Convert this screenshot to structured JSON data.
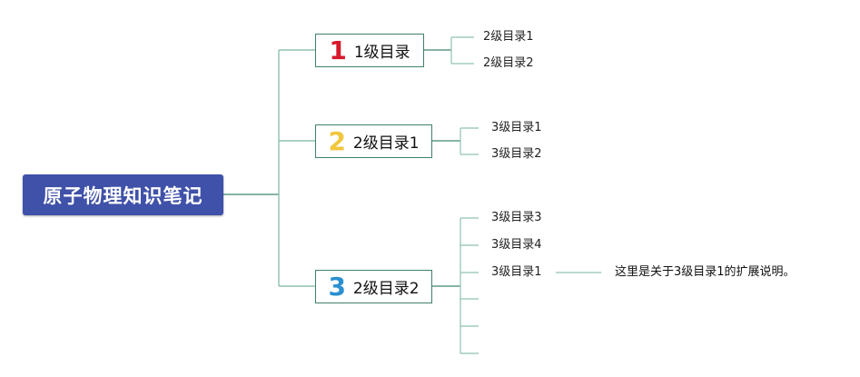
{
  "root": {
    "label": "原子物理知识笔记"
  },
  "branches": [
    {
      "number": "1",
      "number_color": "#d7192c",
      "label": "1级目录",
      "children": [
        "2级目录1",
        "2级目录2"
      ]
    },
    {
      "number": "2",
      "number_color": "#f2c63c",
      "label": "2级目录1",
      "children": [
        "3级目录1",
        "3级目录2"
      ]
    },
    {
      "number": "3",
      "number_color": "#2b8fd0",
      "label": "2级目录2",
      "children": [
        "3级目录3",
        "3级目录4",
        "3级目录1",
        "",
        "",
        ""
      ],
      "note": "这里是关于3级目录1的扩展说明。"
    }
  ],
  "colors": {
    "connector": "#8fc1b3",
    "connector_main": "#5f9a88",
    "root_bg": "#3f51a8"
  }
}
